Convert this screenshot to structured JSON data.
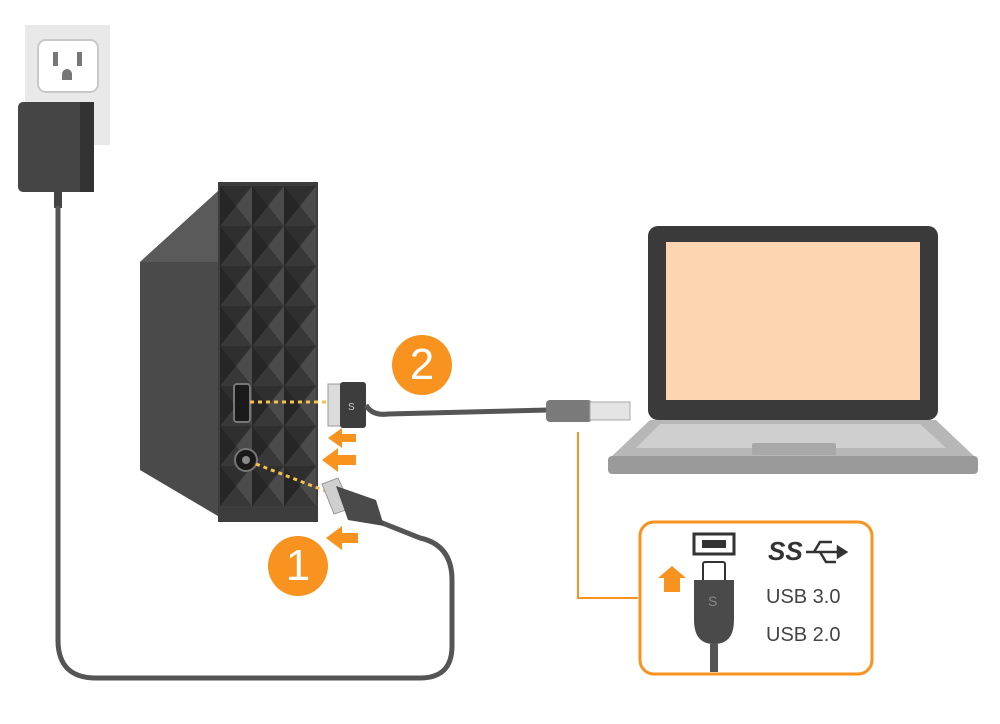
{
  "steps": [
    {
      "number": "1",
      "label_color": "#f7931e"
    },
    {
      "number": "2",
      "label_color": "#f7931e"
    }
  ],
  "inset": {
    "logo_text": "SS",
    "usb3_label": "USB 3.0",
    "usb2_label": "USB 2.0"
  },
  "colors": {
    "accent": "#f7931e",
    "drive": "#3d3d3d",
    "laptop_screen": "#fdd5b1",
    "laptop_body": "#b7b7b7",
    "cable": "#555555",
    "wall": "#e8e8e8"
  },
  "icons": [
    "wall-outlet-icon",
    "power-adapter-icon",
    "external-drive-icon",
    "laptop-icon",
    "usb-connector-icon",
    "arrow-icon",
    "usb-trident-icon"
  ]
}
